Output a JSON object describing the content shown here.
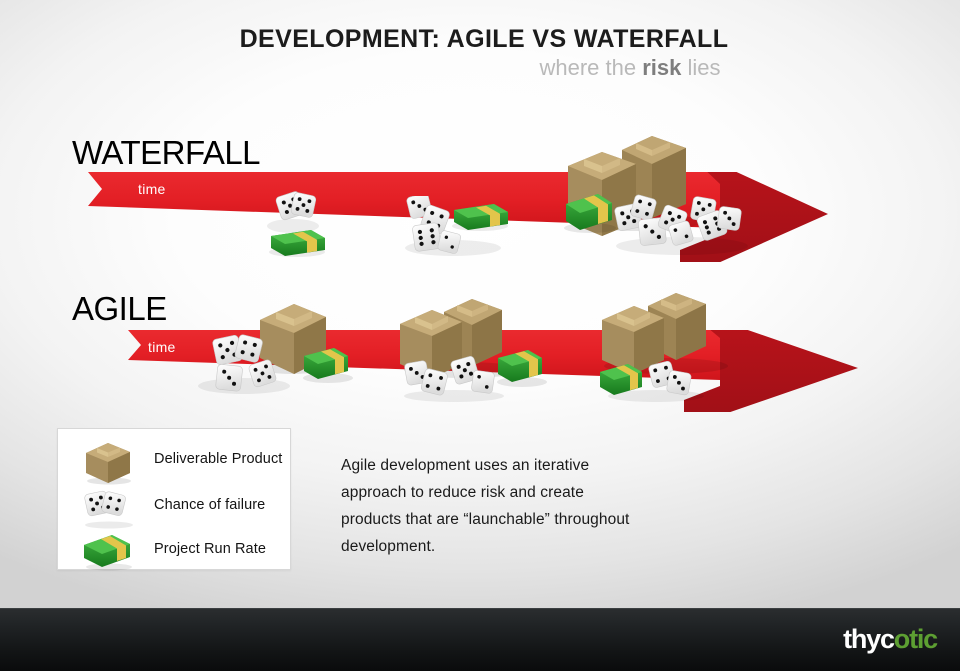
{
  "title": {
    "main": "DEVELOPMENT: AGILE VS WATERFALL",
    "subtitle_pre": "where the ",
    "subtitle_emphasis": "risk",
    "subtitle_post": " lies"
  },
  "sections": [
    {
      "id": "waterfall",
      "heading": "WATERFALL",
      "time_label": "time"
    },
    {
      "id": "agile",
      "heading": "AGILE",
      "time_label": "time"
    }
  ],
  "legend": {
    "items": [
      {
        "icon": "cardboard-box-icon",
        "label": "Deliverable Product"
      },
      {
        "icon": "dice-icon",
        "label": "Chance of failure"
      },
      {
        "icon": "money-stack-icon",
        "label": "Project Run Rate"
      }
    ]
  },
  "body": {
    "paragraph": "Agile development uses an iterative approach to reduce risk and create products that are “launchable” throughout development."
  },
  "footer": {
    "logo_part1": "thyc",
    "logo_part2": "o",
    "logo_part3": "tic"
  },
  "colors": {
    "bar_red": "#e31f25",
    "arrowhead_red": "#b01219",
    "box_brown": "#a08a5a",
    "money_green": "#2f9e30",
    "money_band": "#e3c54b",
    "brand_green": "#5d9f32",
    "subtitle_gray": "#b9b9b9",
    "risk_gray": "#7e7e7e"
  }
}
